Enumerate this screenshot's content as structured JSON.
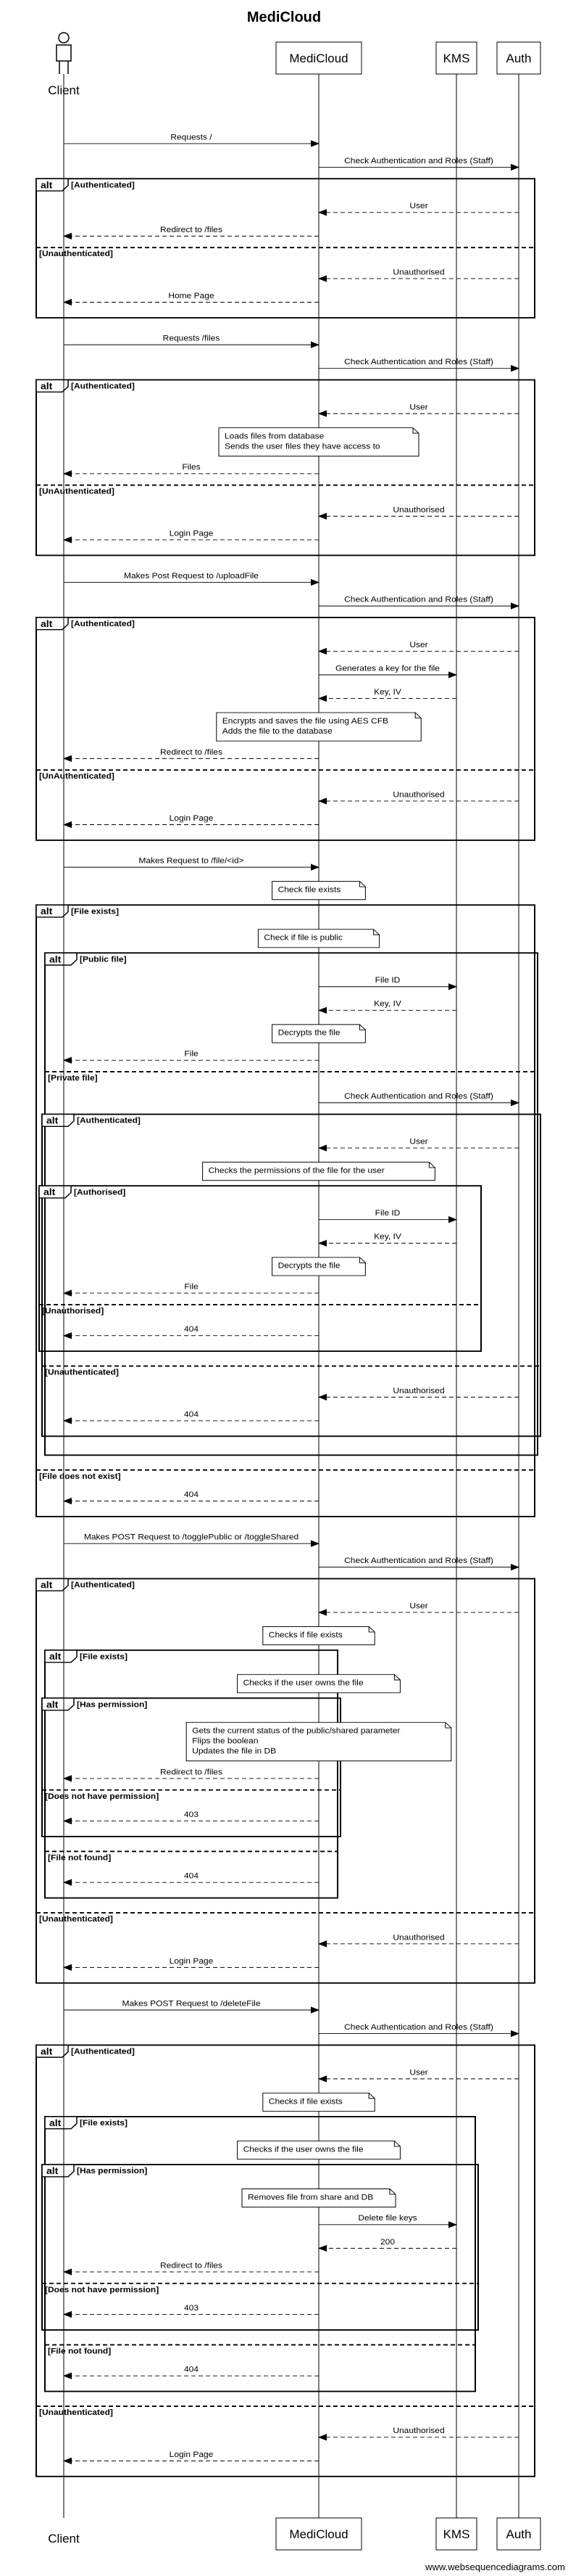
{
  "title": "MediCloud",
  "footer": "www.websequencediagrams.com",
  "participants": [
    {
      "id": "Client",
      "label": "Client",
      "kind": "stickman"
    },
    {
      "id": "MediCloud",
      "label": "MediCloud",
      "kind": "box"
    },
    {
      "id": "KMS",
      "label": "KMS",
      "kind": "box"
    },
    {
      "id": "Auth",
      "label": "Auth",
      "kind": "box"
    }
  ],
  "flows": [
    {
      "type": "msg",
      "from": "Client",
      "to": "MediCloud",
      "label": "Requests /"
    },
    {
      "type": "msg",
      "from": "MediCloud",
      "to": "Auth",
      "label": "Check Authentication and Roles (Staff)"
    },
    {
      "type": "alt",
      "sections": [
        {
          "label": "[Authenticated]",
          "items": [
            {
              "type": "msg",
              "from": "Auth",
              "to": "MediCloud",
              "label": "User",
              "dashed": true
            },
            {
              "type": "msg",
              "from": "MediCloud",
              "to": "Client",
              "label": "Redirect to /files",
              "dashed": true
            }
          ]
        },
        {
          "label": "[Unauthenticated]",
          "items": [
            {
              "type": "msg",
              "from": "Auth",
              "to": "MediCloud",
              "label": "Unauthorised",
              "dashed": true
            },
            {
              "type": "msg",
              "from": "MediCloud",
              "to": "Client",
              "label": "Home Page",
              "dashed": true
            }
          ]
        }
      ]
    },
    {
      "type": "msg",
      "from": "Client",
      "to": "MediCloud",
      "label": "Requests /files"
    },
    {
      "type": "msg",
      "from": "MediCloud",
      "to": "Auth",
      "label": "Check Authentication and Roles (Staff)"
    },
    {
      "type": "alt",
      "sections": [
        {
          "label": "[Authenticated]",
          "items": [
            {
              "type": "msg",
              "from": "Auth",
              "to": "MediCloud",
              "label": "User",
              "dashed": true
            },
            {
              "type": "note",
              "over": "MediCloud",
              "lines": [
                "Loads files from database",
                "Sends the user files they have access to"
              ]
            },
            {
              "type": "msg",
              "from": "MediCloud",
              "to": "Client",
              "label": "Files",
              "dashed": true
            }
          ]
        },
        {
          "label": "[UnAuthenticated]",
          "items": [
            {
              "type": "msg",
              "from": "Auth",
              "to": "MediCloud",
              "label": "Unauthorised",
              "dashed": true
            },
            {
              "type": "msg",
              "from": "MediCloud",
              "to": "Client",
              "label": "Login Page",
              "dashed": true
            }
          ]
        }
      ]
    },
    {
      "type": "msg",
      "from": "Client",
      "to": "MediCloud",
      "label": "Makes Post Request to /uploadFile"
    },
    {
      "type": "msg",
      "from": "MediCloud",
      "to": "Auth",
      "label": "Check Authentication and Roles (Staff)"
    },
    {
      "type": "alt",
      "sections": [
        {
          "label": "[Authenticated]",
          "items": [
            {
              "type": "msg",
              "from": "Auth",
              "to": "MediCloud",
              "label": "User",
              "dashed": true
            },
            {
              "type": "msg",
              "from": "MediCloud",
              "to": "KMS",
              "label": "Generates a key for the file"
            },
            {
              "type": "msg",
              "from": "KMS",
              "to": "MediCloud",
              "label": "Key, IV",
              "dashed": true
            },
            {
              "type": "note",
              "over": "MediCloud",
              "lines": [
                "Encrypts and saves the file using AES CFB",
                "Adds the file to the database"
              ]
            },
            {
              "type": "msg",
              "from": "MediCloud",
              "to": "Client",
              "label": "Redirect to /files",
              "dashed": true
            }
          ]
        },
        {
          "label": "[UnAuthenticated]",
          "items": [
            {
              "type": "msg",
              "from": "Auth",
              "to": "MediCloud",
              "label": "Unauthorised",
              "dashed": true
            },
            {
              "type": "msg",
              "from": "MediCloud",
              "to": "Client",
              "label": "Login Page",
              "dashed": true
            }
          ]
        }
      ]
    },
    {
      "type": "msg",
      "from": "Client",
      "to": "MediCloud",
      "label": "Makes Request to /file/<id>"
    },
    {
      "type": "note",
      "over": "MediCloud",
      "lines": [
        "Check file exists"
      ]
    },
    {
      "type": "alt",
      "sections": [
        {
          "label": "[File exists]",
          "items": [
            {
              "type": "note",
              "over": "MediCloud",
              "lines": [
                "Check if file is public"
              ]
            },
            {
              "type": "alt",
              "sections": [
                {
                  "label": "[Public file]",
                  "items": [
                    {
                      "type": "msg",
                      "from": "MediCloud",
                      "to": "KMS",
                      "label": "File ID"
                    },
                    {
                      "type": "msg",
                      "from": "KMS",
                      "to": "MediCloud",
                      "label": "Key, IV",
                      "dashed": true
                    },
                    {
                      "type": "note",
                      "over": "MediCloud",
                      "lines": [
                        "Decrypts the file"
                      ]
                    },
                    {
                      "type": "msg",
                      "from": "MediCloud",
                      "to": "Client",
                      "label": "File",
                      "dashed": true
                    }
                  ]
                },
                {
                  "label": "[Private file]",
                  "items": [
                    {
                      "type": "msg",
                      "from": "MediCloud",
                      "to": "Auth",
                      "label": "Check Authentication and Roles (Staff)"
                    },
                    {
                      "type": "alt",
                      "sections": [
                        {
                          "label": "[Authenticated]",
                          "items": [
                            {
                              "type": "msg",
                              "from": "Auth",
                              "to": "MediCloud",
                              "label": "User",
                              "dashed": true
                            },
                            {
                              "type": "note",
                              "over": "MediCloud",
                              "lines": [
                                "Checks the permissions of the file for the user"
                              ]
                            },
                            {
                              "type": "alt",
                              "sections": [
                                {
                                  "label": "[Authorised]",
                                  "items": [
                                    {
                                      "type": "msg",
                                      "from": "MediCloud",
                                      "to": "KMS",
                                      "label": "File ID"
                                    },
                                    {
                                      "type": "msg",
                                      "from": "KMS",
                                      "to": "MediCloud",
                                      "label": "Key, IV",
                                      "dashed": true
                                    },
                                    {
                                      "type": "note",
                                      "over": "MediCloud",
                                      "lines": [
                                        "Decrypts the file"
                                      ]
                                    },
                                    {
                                      "type": "msg",
                                      "from": "MediCloud",
                                      "to": "Client",
                                      "label": "File",
                                      "dashed": true
                                    }
                                  ]
                                },
                                {
                                  "label": "[Unauthorised]",
                                  "items": [
                                    {
                                      "type": "msg",
                                      "from": "MediCloud",
                                      "to": "Client",
                                      "label": "404",
                                      "dashed": true
                                    }
                                  ]
                                }
                              ]
                            }
                          ]
                        },
                        {
                          "label": "[Unauthenticated]",
                          "items": [
                            {
                              "type": "msg",
                              "from": "Auth",
                              "to": "MediCloud",
                              "label": "Unauthorised",
                              "dashed": true
                            },
                            {
                              "type": "msg",
                              "from": "MediCloud",
                              "to": "Client",
                              "label": "404",
                              "dashed": true
                            }
                          ]
                        }
                      ]
                    }
                  ]
                }
              ]
            }
          ]
        },
        {
          "label": "[File does not exist]",
          "items": [
            {
              "type": "msg",
              "from": "MediCloud",
              "to": "Client",
              "label": "404",
              "dashed": true
            }
          ]
        }
      ]
    },
    {
      "type": "msg",
      "from": "Client",
      "to": "MediCloud",
      "label": "Makes POST Request to /togglePublic or /toggleShared"
    },
    {
      "type": "msg",
      "from": "MediCloud",
      "to": "Auth",
      "label": "Check Authentication and Roles (Staff)"
    },
    {
      "type": "alt",
      "sections": [
        {
          "label": "[Authenticated]",
          "items": [
            {
              "type": "msg",
              "from": "Auth",
              "to": "MediCloud",
              "label": "User",
              "dashed": true
            },
            {
              "type": "note",
              "over": "MediCloud",
              "lines": [
                "Checks if file exists"
              ]
            },
            {
              "type": "alt",
              "sections": [
                {
                  "label": "[File exists]",
                  "items": [
                    {
                      "type": "note",
                      "over": "MediCloud",
                      "lines": [
                        "Checks if the user owns the file"
                      ]
                    },
                    {
                      "type": "alt",
                      "sections": [
                        {
                          "label": "[Has permission]",
                          "items": [
                            {
                              "type": "note",
                              "over": "MediCloud",
                              "lines": [
                                "Gets the current status of the public/shared parameter",
                                "Flips the boolean",
                                "Updates the file in DB"
                              ]
                            },
                            {
                              "type": "msg",
                              "from": "MediCloud",
                              "to": "Client",
                              "label": "Redirect to /files",
                              "dashed": true
                            }
                          ]
                        },
                        {
                          "label": "[Does not have permission]",
                          "items": [
                            {
                              "type": "msg",
                              "from": "MediCloud",
                              "to": "Client",
                              "label": "403",
                              "dashed": true
                            }
                          ]
                        }
                      ]
                    }
                  ]
                },
                {
                  "label": "[File not found]",
                  "items": [
                    {
                      "type": "msg",
                      "from": "MediCloud",
                      "to": "Client",
                      "label": "404",
                      "dashed": true
                    }
                  ]
                }
              ]
            }
          ]
        },
        {
          "label": "[Unauthenticated]",
          "items": [
            {
              "type": "msg",
              "from": "Auth",
              "to": "MediCloud",
              "label": "Unauthorised",
              "dashed": true
            },
            {
              "type": "msg",
              "from": "MediCloud",
              "to": "Client",
              "label": "Login Page",
              "dashed": true
            }
          ]
        }
      ]
    },
    {
      "type": "msg",
      "from": "Client",
      "to": "MediCloud",
      "label": "Makes POST Request to /deleteFile"
    },
    {
      "type": "msg",
      "from": "MediCloud",
      "to": "Auth",
      "label": "Check Authentication and Roles (Staff)"
    },
    {
      "type": "alt",
      "sections": [
        {
          "label": "[Authenticated]",
          "items": [
            {
              "type": "msg",
              "from": "Auth",
              "to": "MediCloud",
              "label": "User",
              "dashed": true
            },
            {
              "type": "note",
              "over": "MediCloud",
              "lines": [
                "Checks if file exists"
              ]
            },
            {
              "type": "alt",
              "sections": [
                {
                  "label": "[File exists]",
                  "items": [
                    {
                      "type": "note",
                      "over": "MediCloud",
                      "lines": [
                        "Checks if the user owns the file"
                      ]
                    },
                    {
                      "type": "alt",
                      "sections": [
                        {
                          "label": "[Has permission]",
                          "items": [
                            {
                              "type": "note",
                              "over": "MediCloud",
                              "lines": [
                                "Removes file from share and DB"
                              ]
                            },
                            {
                              "type": "msg",
                              "from": "MediCloud",
                              "to": "KMS",
                              "label": "Delete file keys"
                            },
                            {
                              "type": "msg",
                              "from": "KMS",
                              "to": "MediCloud",
                              "label": "200",
                              "dashed": true
                            },
                            {
                              "type": "msg",
                              "from": "MediCloud",
                              "to": "Client",
                              "label": "Redirect to /files",
                              "dashed": true
                            }
                          ]
                        },
                        {
                          "label": "[Does not have permission]",
                          "items": [
                            {
                              "type": "msg",
                              "from": "MediCloud",
                              "to": "Client",
                              "label": "403",
                              "dashed": true
                            }
                          ]
                        }
                      ]
                    }
                  ]
                },
                {
                  "label": "[File not found]",
                  "items": [
                    {
                      "type": "msg",
                      "from": "MediCloud",
                      "to": "Client",
                      "label": "404",
                      "dashed": true
                    }
                  ]
                }
              ]
            }
          ]
        },
        {
          "label": "[Unauthenticated]",
          "items": [
            {
              "type": "msg",
              "from": "Auth",
              "to": "MediCloud",
              "label": "Unauthorised",
              "dashed": true
            },
            {
              "type": "msg",
              "from": "MediCloud",
              "to": "Client",
              "label": "Login Page",
              "dashed": true
            }
          ]
        }
      ]
    }
  ]
}
